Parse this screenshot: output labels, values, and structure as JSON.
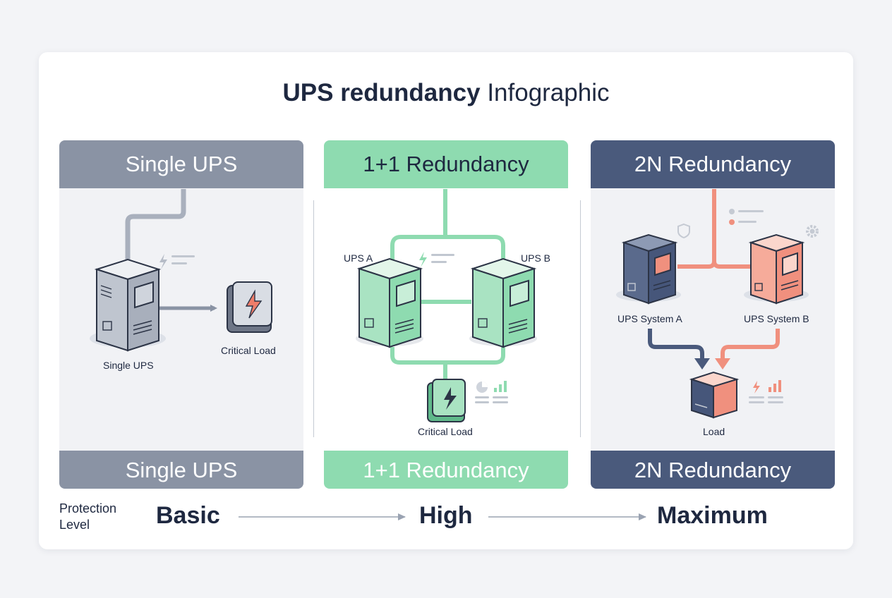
{
  "title": {
    "bold": "UPS redundancy",
    "rest": "Infographic"
  },
  "panels": [
    {
      "header": "Single UPS",
      "footer": "Single UPS",
      "labels": {
        "ups": "Single UPS",
        "load": "Critical Load"
      }
    },
    {
      "header": "1+1 Redundancy",
      "footer": "1+1 Redundancy",
      "labels": {
        "ups_a": "UPS A",
        "ups_b": "UPS B",
        "load": "Critical Load"
      }
    },
    {
      "header": "2N Redundancy",
      "footer": "2N Redundancy",
      "labels": {
        "ups_a": "UPS System A",
        "ups_b": "UPS System B",
        "load": "Load"
      }
    }
  ],
  "protection": {
    "label_line1": "Protection",
    "label_line2": "Level",
    "levels": [
      "Basic",
      "High",
      "Maximum"
    ]
  },
  "colors": {
    "slate": "#8a93a4",
    "green": "#8edbb0",
    "navy": "#4a5a7c",
    "coral": "#f0907e"
  }
}
